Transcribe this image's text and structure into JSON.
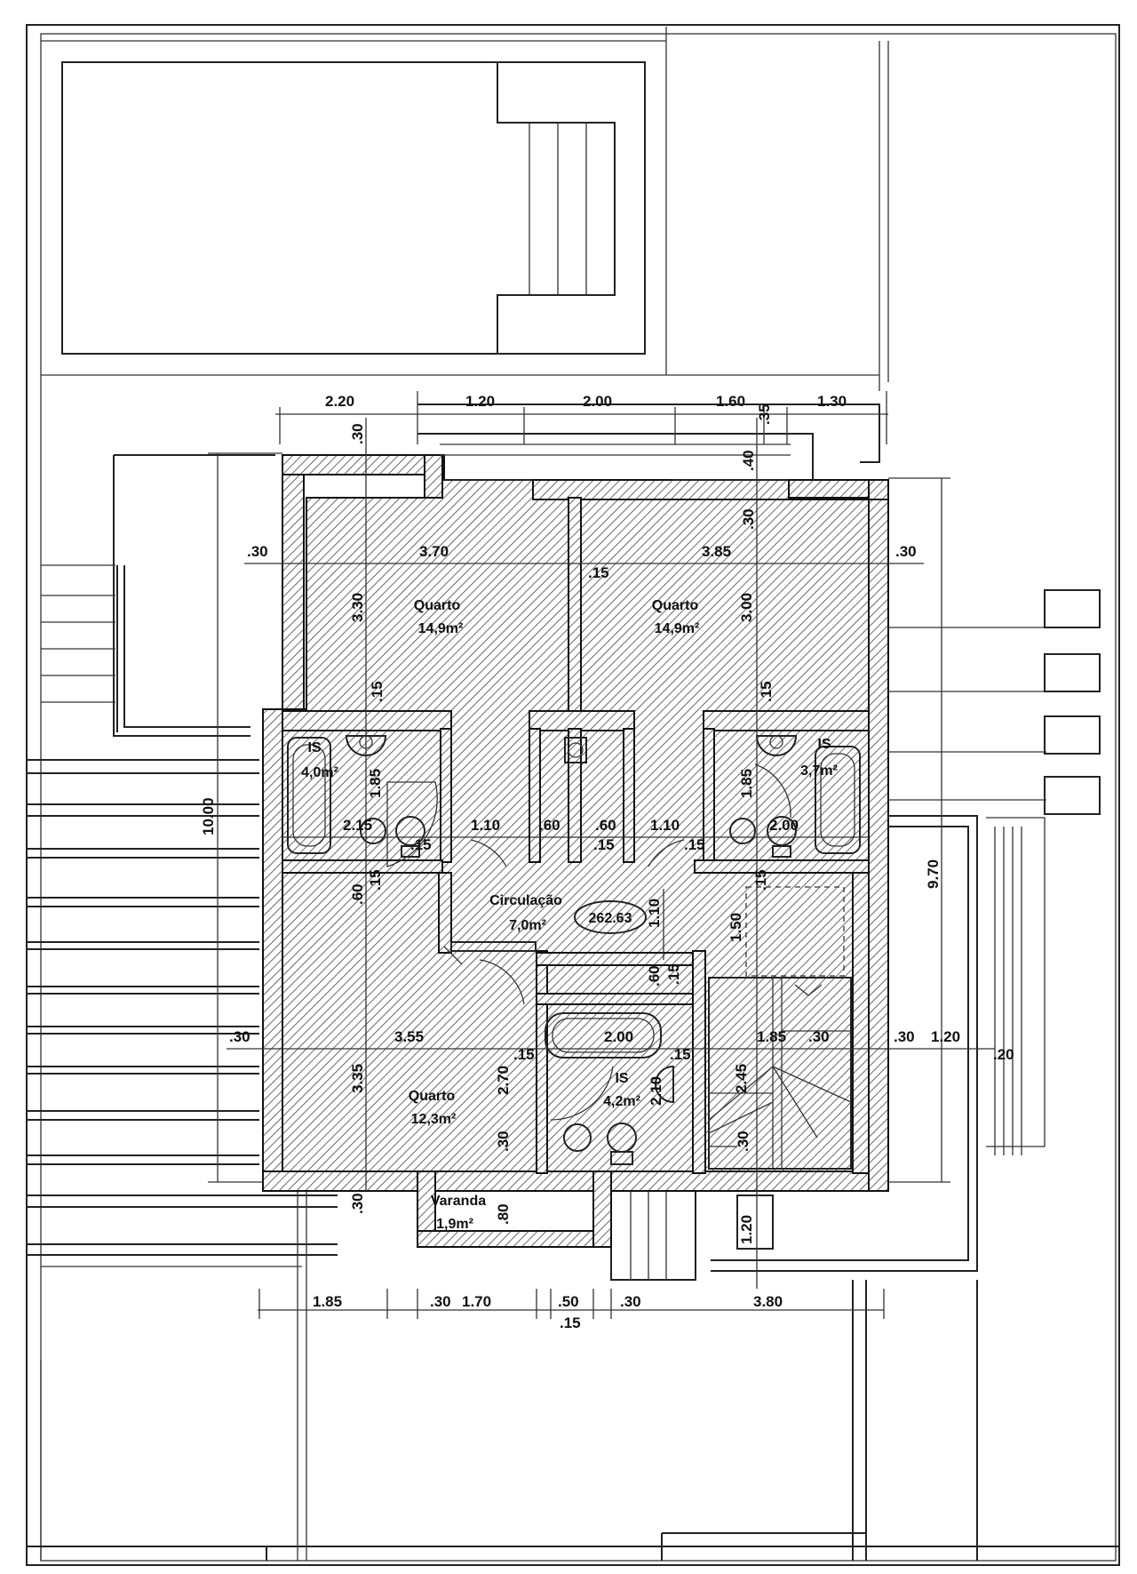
{
  "rooms": {
    "quarto_left": {
      "name": "Quarto",
      "area": "14,9m²"
    },
    "quarto_right": {
      "name": "Quarto",
      "area": "14,9m²"
    },
    "is_left": {
      "name": "IS",
      "area": "4,0m²"
    },
    "is_right": {
      "name": "IS",
      "area": "3,7m²"
    },
    "circulacao": {
      "name": "Circulação",
      "area": "7,0m²"
    },
    "elevation_tag": "262.63",
    "quarto_bottom": {
      "name": "Quarto",
      "area": "12,3m²"
    },
    "is_bottom": {
      "name": "IS",
      "area": "4,2m²"
    },
    "varanda": {
      "name": "Varanda",
      "area": "1,9m²"
    }
  },
  "dims": {
    "top_220": "2.20",
    "top_120": "1.20",
    "top_200": "2.00",
    "top_160": "1.60",
    "top_130": "1.30",
    "v_30_top": ".30",
    "v_35_top": ".35",
    "v_40": ".40",
    "v_30_right": ".30",
    "r1_30_left": ".30",
    "r1_370": "3.70",
    "r1_385": "3.85",
    "r1_30_right": ".30",
    "r1_15": ".15",
    "v_330": "3.30",
    "v_300": "3.00",
    "v_15_a": ".15",
    "v_15_b": ".15",
    "v_185_left": "1.85",
    "v_185_right": "1.85",
    "r2_215": "2.15",
    "r2_15a": ".15",
    "r2_110a": "1.10",
    "r2_60a": ".60",
    "r2_60b": ".60",
    "r2_15b": ".15",
    "r2_110b": "1.10",
    "r2_15c": ".15",
    "r2_200": "2.00",
    "v_1000": "10.00",
    "v_970": "9.70",
    "v_60_left": ".60",
    "v_15_left": ".15",
    "v_110": "1.10",
    "v_150": "1.50",
    "v_15_stair": ".15",
    "v_60_mid": ".60",
    "v_15_mid": ".15",
    "r3_30_left": ".30",
    "r3_355": "3.55",
    "r3_200": "2.00",
    "r3_185": "1.85",
    "r3_30": ".30",
    "r3_30b": ".30",
    "r3_120": "1.20",
    "r3_20": ".20",
    "v_355": "3.35",
    "v_270": "2.70",
    "v_15_r3": ".15",
    "v_15_r3b": ".15",
    "v_210": "2.10",
    "v_245": "2.45",
    "v_30_b1": ".30",
    "v_30_b2": ".30",
    "v_30_b3": ".30",
    "v_80": ".80",
    "v_120_bottom": "1.20",
    "b_185": "1.85",
    "b_30a": ".30",
    "b_170": "1.70",
    "b_50": ".50",
    "b_15": ".15",
    "b_30b": ".30",
    "b_380": "3.80"
  }
}
